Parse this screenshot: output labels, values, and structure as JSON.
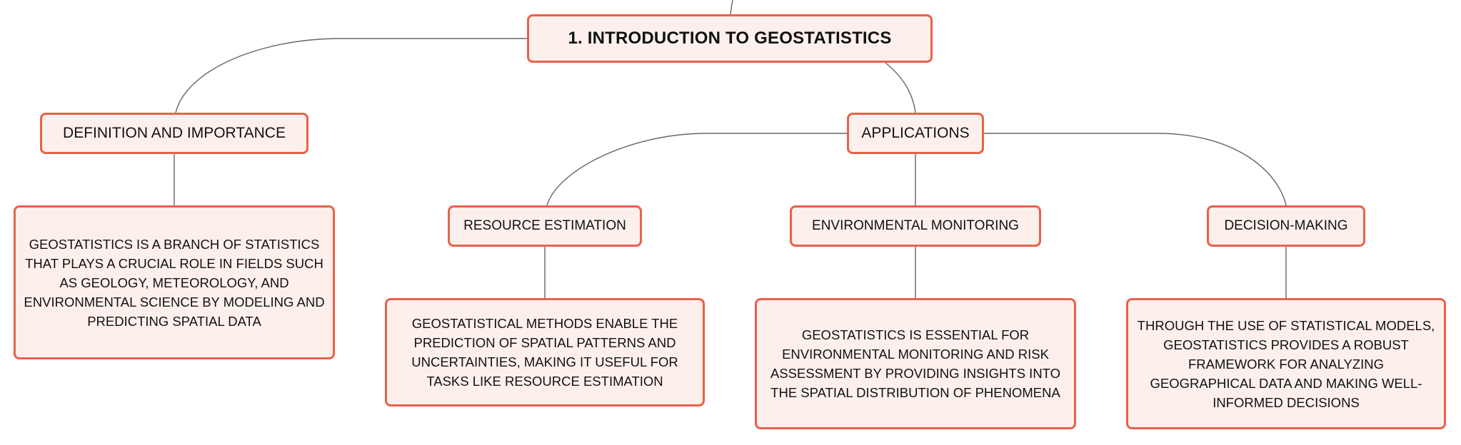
{
  "theme": {
    "node_fill": "#fdf0ec",
    "node_border": "#e8624a",
    "connector": "#666666",
    "text": "#111111"
  },
  "root": {
    "label": "1. INTRODUCTION TO GEOSTATISTICS"
  },
  "definition": {
    "label": "DEFINITION AND IMPORTANCE",
    "description": "GEOSTATISTICS IS A BRANCH OF STATISTICS THAT PLAYS A CRUCIAL ROLE IN FIELDS SUCH AS GEOLOGY, METEOROLOGY, AND ENVIRONMENTAL SCIENCE BY MODELING AND PREDICTING SPATIAL DATA"
  },
  "applications": {
    "label": "APPLICATIONS",
    "items": [
      {
        "label": "RESOURCE ESTIMATION",
        "description": "GEOSTATISTICAL METHODS ENABLE THE PREDICTION OF SPATIAL PATTERNS AND UNCERTAINTIES, MAKING IT USEFUL FOR TASKS LIKE RESOURCE ESTIMATION"
      },
      {
        "label": "ENVIRONMENTAL MONITORING",
        "description": "GEOSTATISTICS IS ESSENTIAL FOR ENVIRONMENTAL MONITORING AND RISK ASSESSMENT BY PROVIDING INSIGHTS INTO THE SPATIAL DISTRIBUTION OF PHENOMENA"
      },
      {
        "label": "DECISION-MAKING",
        "description": "THROUGH THE USE OF STATISTICAL MODELS, GEOSTATISTICS PROVIDES A ROBUST FRAMEWORK FOR ANALYZING GEOGRAPHICAL DATA AND MAKING WELL-INFORMED DECISIONS"
      }
    ]
  }
}
